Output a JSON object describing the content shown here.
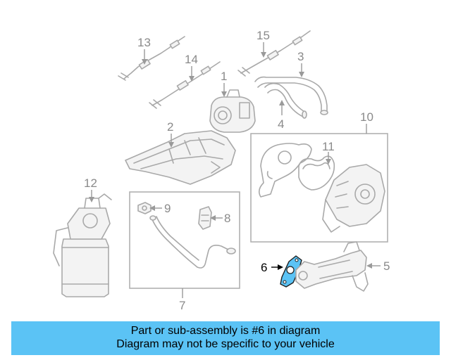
{
  "diagram": {
    "callouts": {
      "c1": "1",
      "c2": "2",
      "c3": "3",
      "c4": "4",
      "c5": "5",
      "c6": "6",
      "c7": "7",
      "c8": "8",
      "c9": "9",
      "c10": "10",
      "c11": "11",
      "c12": "12",
      "c13": "13",
      "c14": "14",
      "c15": "15"
    },
    "highlighted_part": "6",
    "highlight_color": "#5bc3f5"
  },
  "banner": {
    "line1": "Part or sub-assembly is #6 in diagram",
    "line2": "Diagram may not be specific to your vehicle",
    "background": "#5bc3f5"
  }
}
